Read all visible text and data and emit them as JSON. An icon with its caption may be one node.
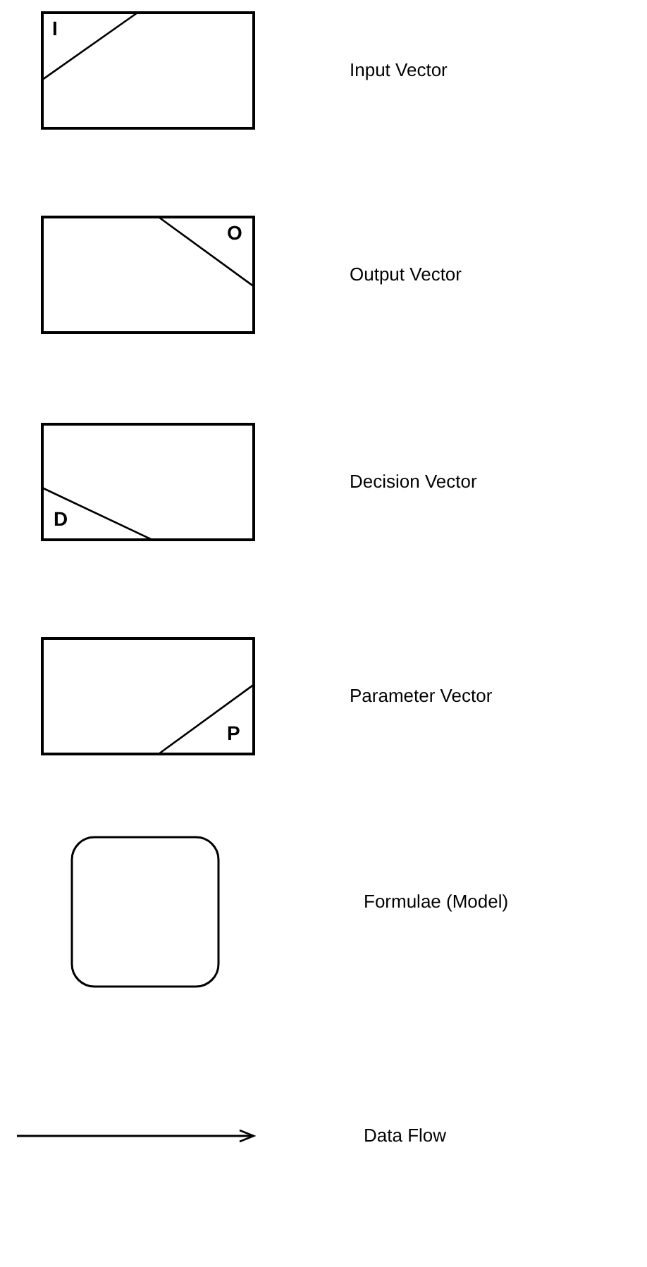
{
  "diagram": {
    "nodes": [
      {
        "text": [],
        "shape": "box"
      }
    ],
    "labels": [
      "I",
      "O",
      "D",
      "P"
    ],
    "legend": [
      {
        "text": "Input Vector"
      },
      {
        "text": "Output Vector"
      },
      {
        "text": "Decision Vector"
      },
      {
        "text": "Parameter Vector"
      },
      {
        "text": "Formulae (Model)"
      },
      {
        "text": "Data Flow"
      }
    ]
  }
}
